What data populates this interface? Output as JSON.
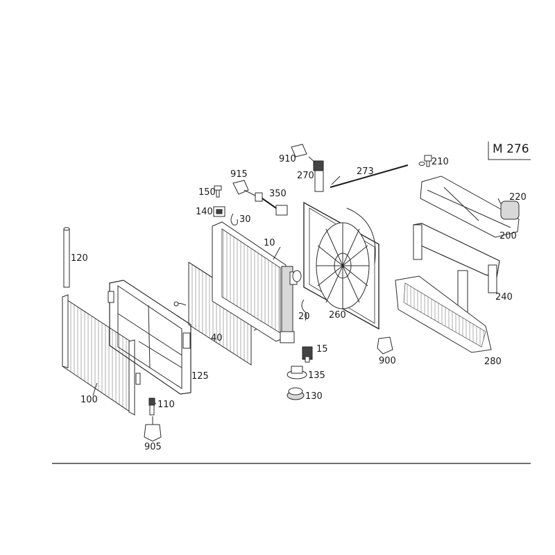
{
  "model_badge": "M 276",
  "callouts": {
    "c10": "10",
    "c15": "15",
    "c20": "20",
    "c30": "30",
    "c40": "40",
    "c100": "100",
    "c110": "110",
    "c120": "120",
    "c125": "125",
    "c130": "130",
    "c135": "135",
    "c140": "140",
    "c150": "150",
    "c200": "200",
    "c210": "210",
    "c220": "220",
    "c240": "240",
    "c260": "260",
    "c270": "270",
    "c273": "273",
    "c280": "280",
    "c350": "350",
    "c900": "900",
    "c905": "905",
    "c910": "910",
    "c915": "915"
  }
}
